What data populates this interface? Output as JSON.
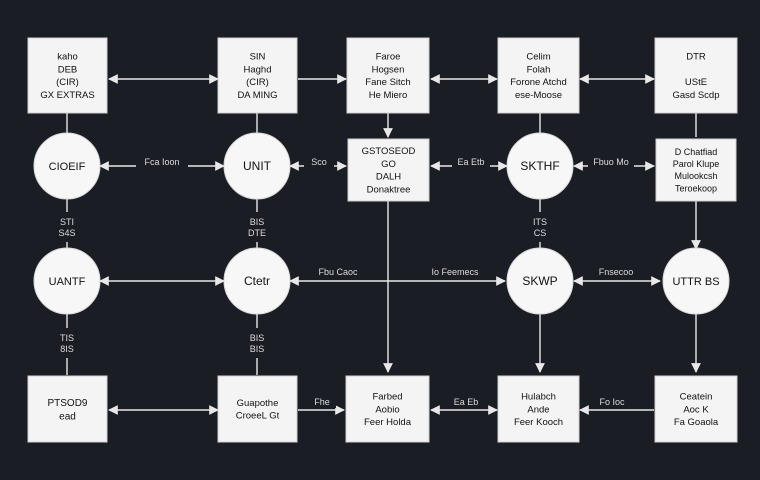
{
  "nodes": {
    "r1c1": {
      "lines": [
        "kaho",
        "DEB",
        "(CIR)",
        "GX EXTRAS"
      ]
    },
    "r1c2": {
      "lines": [
        "SIN",
        "Haghd",
        "(CIR)",
        "DA MING"
      ]
    },
    "r1c3": {
      "lines": [
        "Faroe",
        "Hogsen",
        "Fane Sitch",
        "He Miero"
      ]
    },
    "r1c4": {
      "lines": [
        "Celim",
        "Folah",
        "Forone Atchd",
        "ese-Moose"
      ]
    },
    "r1c5": {
      "lines": [
        "DTR",
        "",
        "UStE",
        "Gasd Scdp"
      ]
    },
    "r2c1": {
      "lines": [
        "CIOEIF"
      ]
    },
    "r2c2": {
      "lines": [
        "UNIT"
      ]
    },
    "r2c3": {
      "lines": [
        "GSTOSEOD",
        "GO",
        "DALH",
        "Donaktree"
      ]
    },
    "r2c4": {
      "lines": [
        "SKTHF"
      ]
    },
    "r2c5": {
      "lines": [
        "D Chatfiad",
        "Parol Klupe",
        "Mulookcsh",
        "Teroekoop"
      ]
    },
    "r3c1": {
      "lines": [
        "UANTF"
      ]
    },
    "r3c2": {
      "lines": [
        "Ctetr"
      ]
    },
    "r3c4": {
      "lines": [
        "SKWP"
      ]
    },
    "r3c5": {
      "lines": [
        "UTTR BS"
      ]
    },
    "r4c1": {
      "lines": [
        "PTSOD9",
        "ead"
      ]
    },
    "r4c2": {
      "lines": [
        "Guapothe",
        "CroeeL Gt"
      ]
    },
    "r4c3": {
      "lines": [
        "Farbed",
        "Aobio",
        "Feer Holda"
      ]
    },
    "r4c4": {
      "lines": [
        "Hulabch",
        "Ande",
        "Feer Kooch"
      ]
    },
    "r4c5": {
      "lines": [
        "Ceatein",
        "Aoc K",
        "Fa Goaola"
      ]
    }
  },
  "edge_labels": {
    "r2_12": "Fca Ioon",
    "r2_23": "Sco",
    "r2_34": "Ea Etb",
    "r2_45": "Fbuo Mo",
    "r3_23": "Fbu Caoc",
    "r3_34": "Io Feemecs",
    "r3_45": "Fnsecoo",
    "r4_23": "Fhe",
    "r4_34": "Ea Eb",
    "r4_45": "Fo Ioc",
    "v12_c1": "STI S4S",
    "v12_c2": "BIS DTE",
    "v12_c4": "ITS CS",
    "v34_c1": "TIS 8IS",
    "v34_c2": "BIS BIS"
  }
}
